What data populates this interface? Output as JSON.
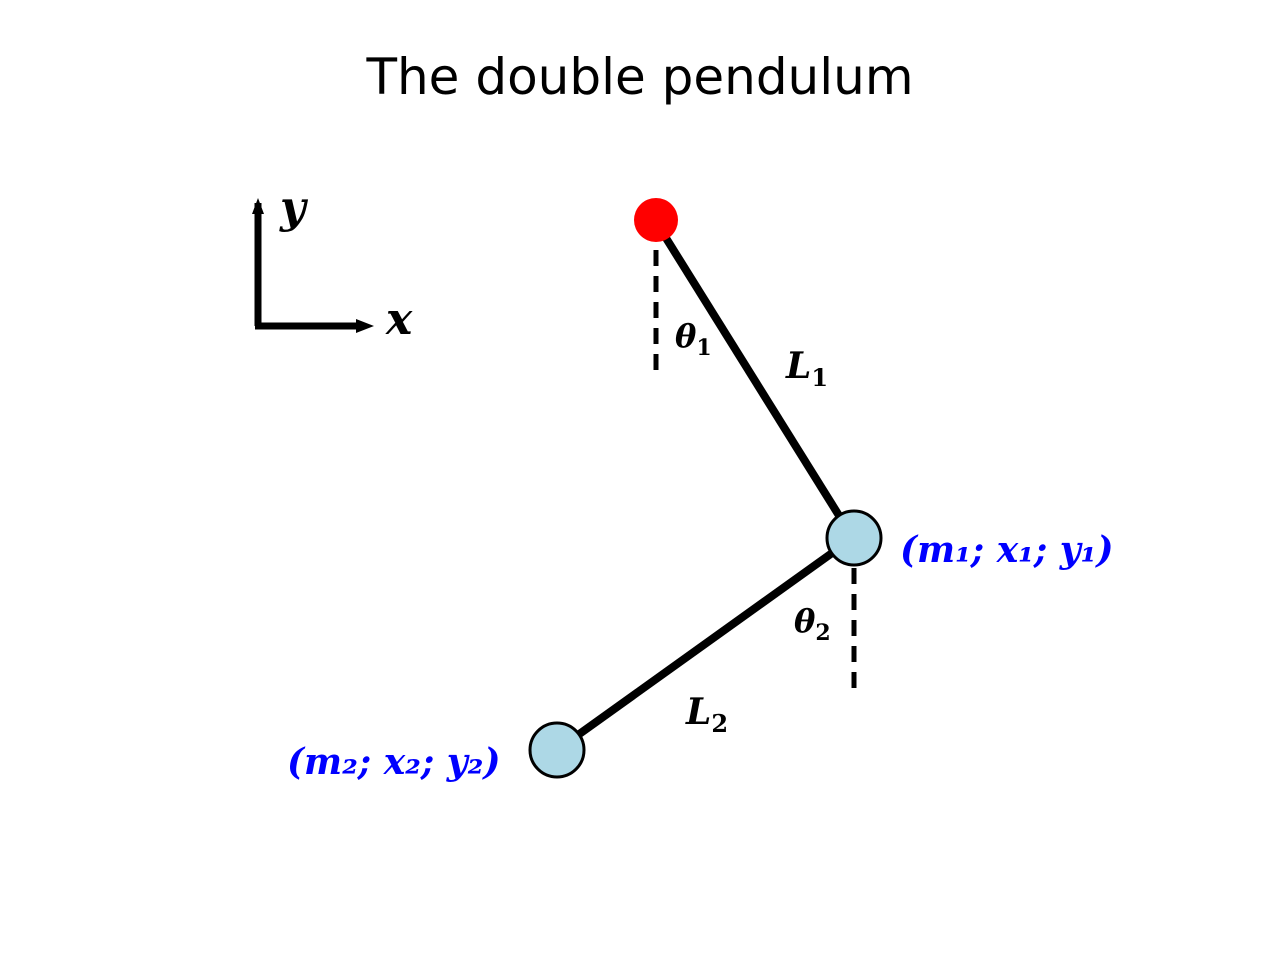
{
  "title": "The double pendulum",
  "axes": {
    "x_label": "x",
    "y_label": "y"
  },
  "pivot": {
    "color": "#ff0000"
  },
  "angles": {
    "theta1": {
      "symbol": "θ",
      "subscript": "1"
    },
    "theta2": {
      "symbol": "θ",
      "subscript": "2"
    }
  },
  "rods": {
    "rod1": {
      "symbol": "L",
      "subscript": "1"
    },
    "rod2": {
      "symbol": "L",
      "subscript": "2"
    }
  },
  "masses": {
    "mass1": {
      "label": "(m₁; x₁; y₁)",
      "fill": "#add8e6"
    },
    "mass2": {
      "label": "(m₂; x₂; y₂)",
      "fill": "#add8e6"
    }
  },
  "colors": {
    "mass_label": "#0000ff",
    "rod": "#000000",
    "text": "#000000"
  }
}
